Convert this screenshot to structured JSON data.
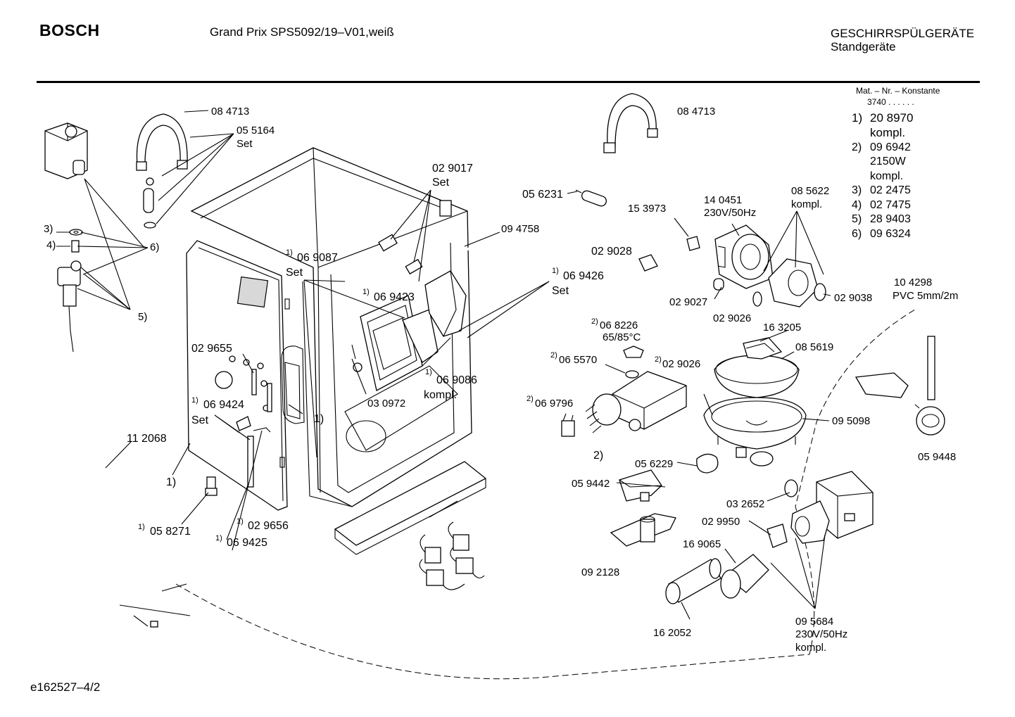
{
  "header": {
    "brand": "BOSCH",
    "model": "Grand Prix SPS5092/19–V01,weiß",
    "category": "GESCHIRRSPÜLGERÄTE",
    "subcategory": "Standgeräte"
  },
  "footer": {
    "document_id": "e162527–4/2"
  },
  "legend": {
    "heading": "Mat. – Nr. – Konstante",
    "constant": "3740 . . . . . .",
    "notes": [
      {
        "num": "1)",
        "text": "20 8970"
      },
      {
        "num": "",
        "text": "kompl."
      },
      {
        "num": "2)",
        "text": "09 6942"
      },
      {
        "num": "",
        "text": "2150W"
      },
      {
        "num": "",
        "text": "kompl."
      },
      {
        "num": "3)",
        "text": "02 2475"
      },
      {
        "num": "4)",
        "text": "02 7475"
      },
      {
        "num": "5)",
        "text": "28 9403"
      },
      {
        "num": "6)",
        "text": "09 6324"
      }
    ]
  },
  "callouts": {
    "c084713a": "08 4713",
    "c055164": "05 5164",
    "c055164s": "Set",
    "c3": "3)",
    "c4": "4)",
    "c6": "6)",
    "c5": "5)",
    "c112068": "11 2068",
    "c1a": "1)",
    "c058271": "05 8271",
    "c029656": "02 9656",
    "c069425": "06 9425",
    "c029655": "02 9655",
    "c069424": "06 9424",
    "c069424s": "Set",
    "c069087": "06 9087",
    "c069087s": "Set",
    "c069423": "06 9423",
    "c030972": "03 0972",
    "c1b": "1)",
    "c029017": "02 9017",
    "c029017s": "Set",
    "c094758": "09 4758",
    "c069426": "06 9426",
    "c069426s": "Set",
    "c069086": "06 9086",
    "c069086s": "kompl.",
    "c056231": "05 6231",
    "c084713b": "08 4713",
    "c153973": "15 3973",
    "c029028": "02 9028",
    "c140451": "14 0451",
    "c140451v": "230V/50Hz",
    "c085622": "08 5622",
    "c085622k": "kompl.",
    "c029027": "02 9027",
    "c029026a": "02 9026",
    "c029038": "02 9038",
    "c104298": "10 4298",
    "c104298p": "PVC 5mm/2m",
    "c068226": "06 8226",
    "c068226t": "65/85°C",
    "c065570": "06 5570",
    "c029026b": "02 9026",
    "c163205": "16 3205",
    "c085619": "08 5619",
    "c069796": "06 9796",
    "c2": "2)",
    "c095098": "09 5098",
    "c059448": "05 9448",
    "c056229": "05 6229",
    "c059442": "05 9442",
    "c032652": "03 2652",
    "c029950": "02 9950",
    "c169065": "16 9065",
    "c092128": "09 2128",
    "c162052": "16 2052",
    "c095684": "09 5684",
    "c095684v": "230V/50Hz",
    "c095684k": "kompl.",
    "sup1": "1)",
    "sup2": "2)"
  }
}
